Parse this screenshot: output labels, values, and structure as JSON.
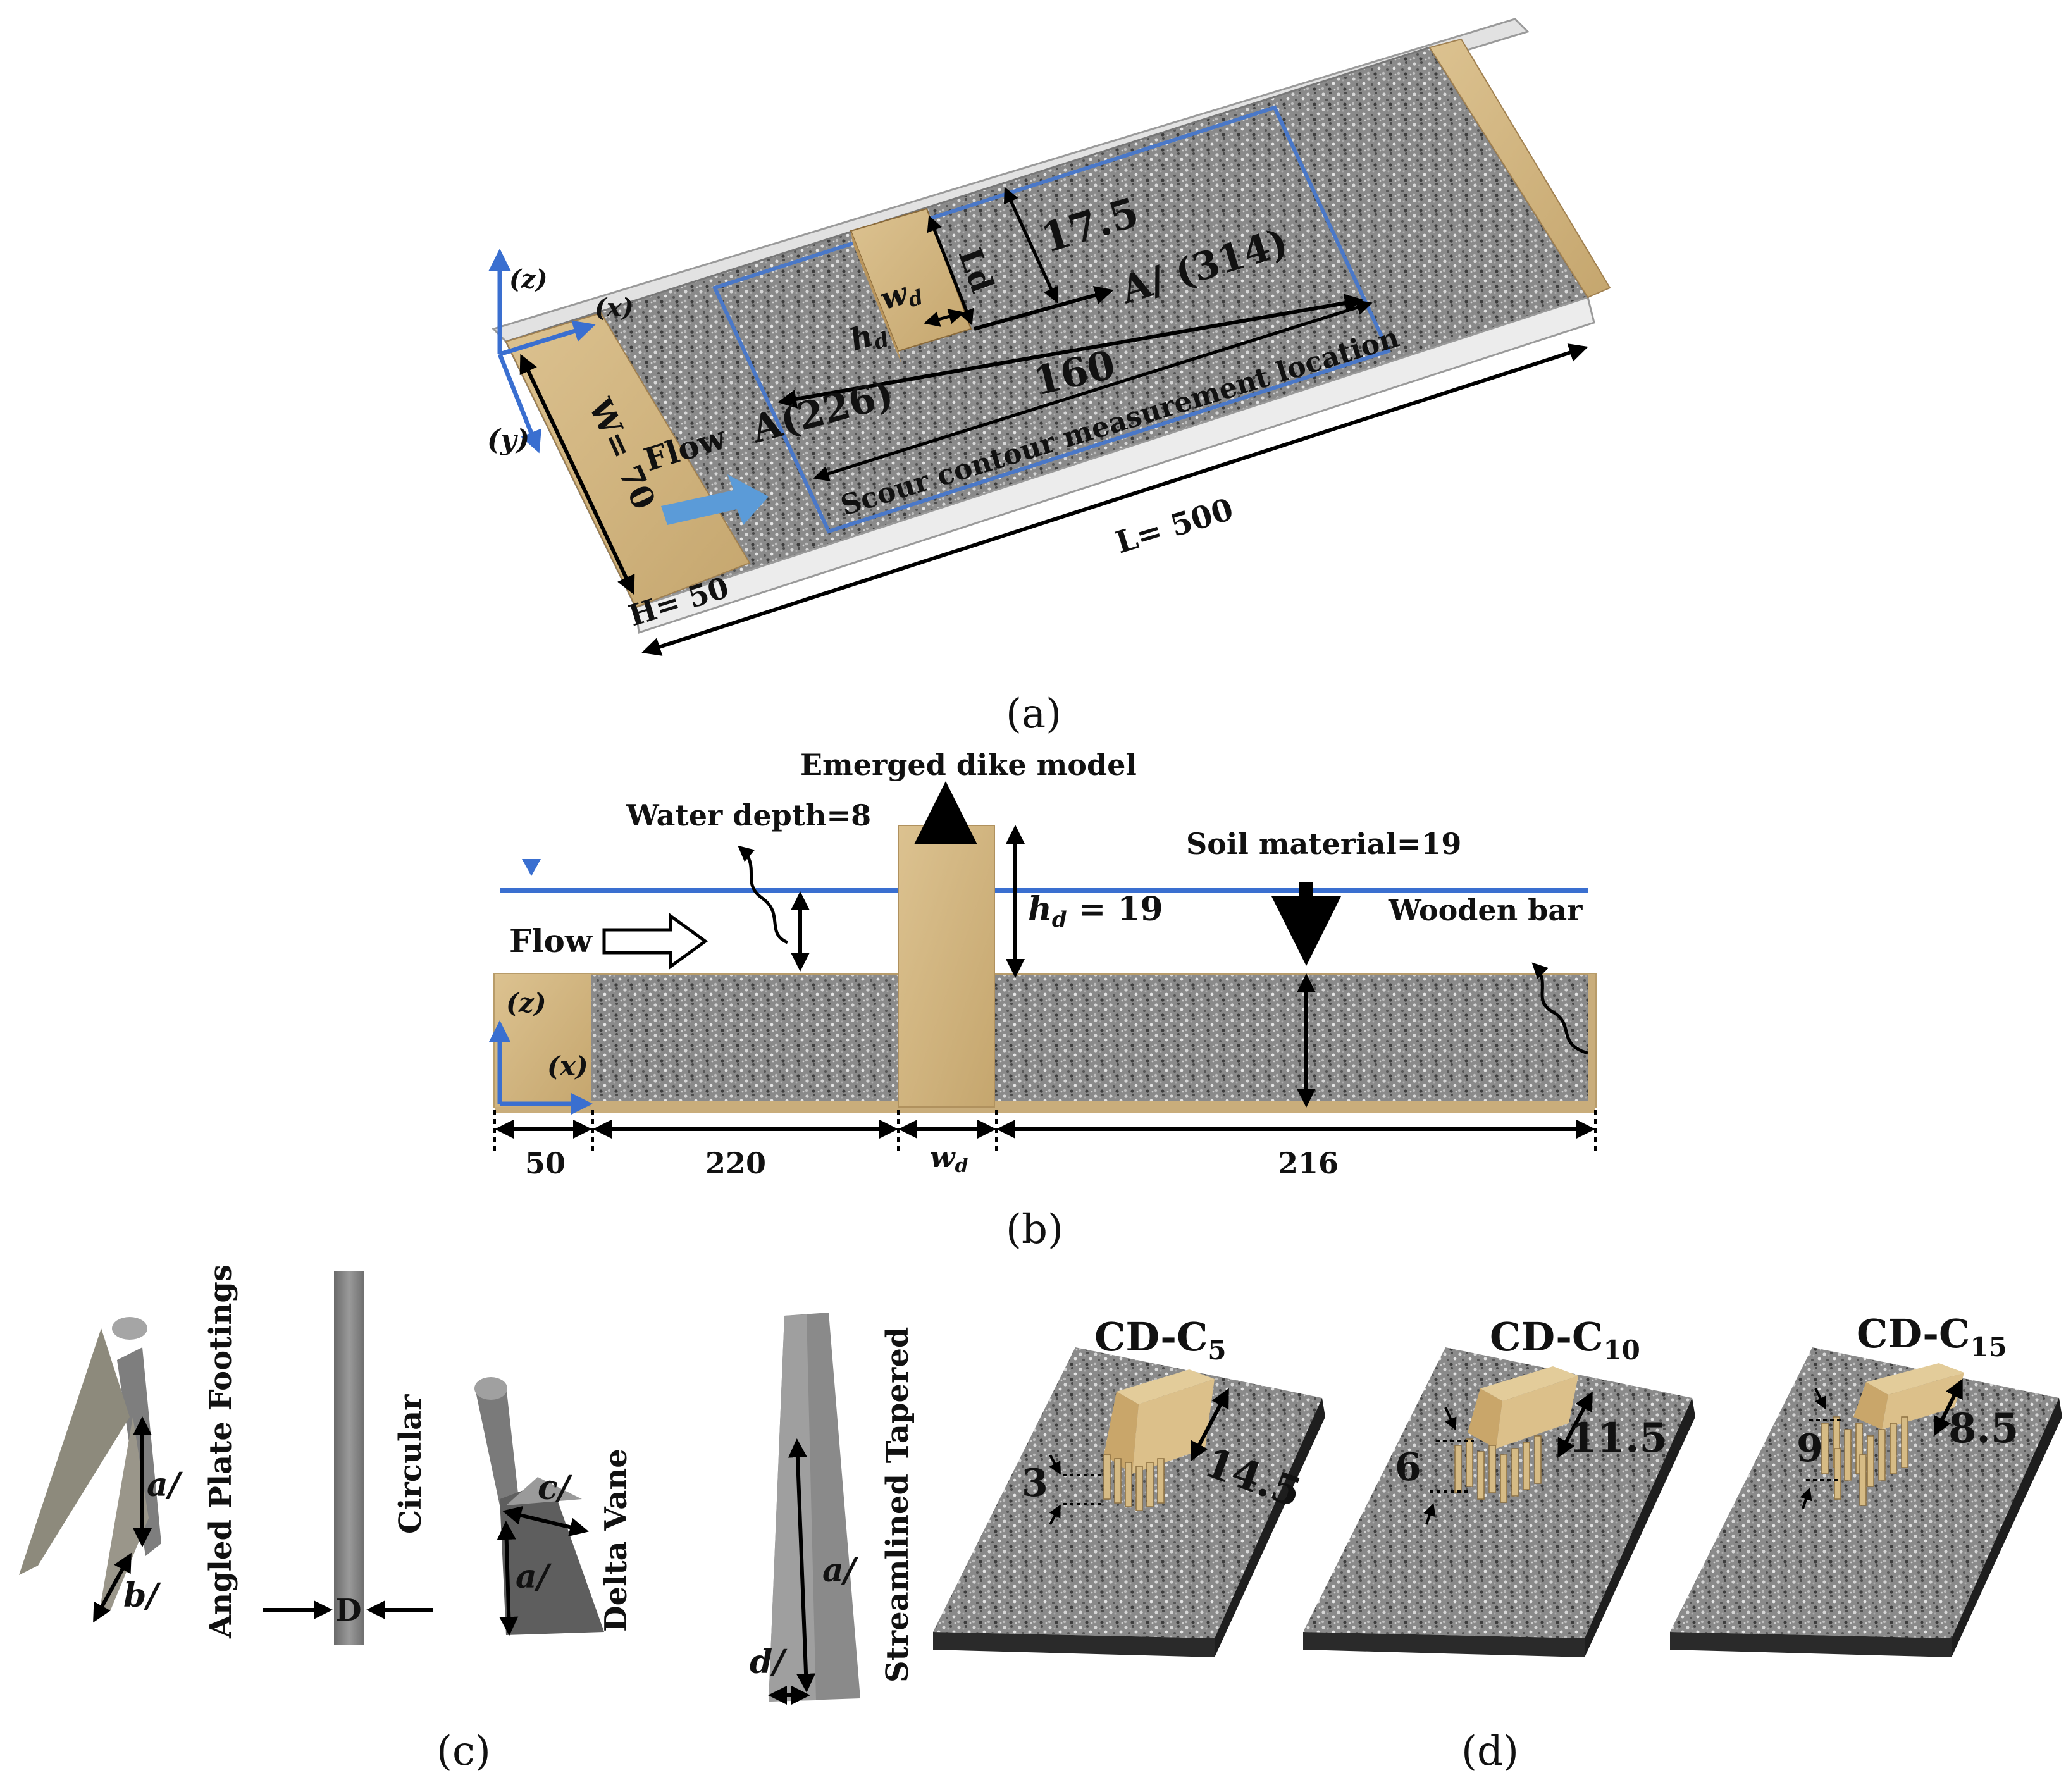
{
  "panel_a": {
    "caption": "(a)",
    "axis_z": "(z)",
    "axis_x": "(x)",
    "axis_y": "(y)",
    "flow": "Flow",
    "width_label": "W= 70",
    "height_label": "H= 50",
    "length_label": "L= 500",
    "ld_label": "Ld",
    "dist_label": "17.5",
    "wd_label": "w",
    "wd_sub": "d",
    "hd_label": "h",
    "hd_sub": "d",
    "a_prime": "A/ (314)",
    "a_point": "A(226)",
    "span_label": "160",
    "measure_label": "Scour contour measurement location"
  },
  "panel_b": {
    "caption": "(b)",
    "emerged": "Emerged dike model",
    "water_depth": "Water depth=8",
    "soil": "Soil material=19",
    "wooden_bar": "Wooden bar",
    "flow": "Flow",
    "hd_eq": "h",
    "hd_sub": "d",
    "hd_val": " = 19",
    "axis_z": "(z)",
    "axis_x": "(x)",
    "dim_50": "50",
    "dim_220": "220",
    "dim_wd": "w",
    "dim_wd_sub": "d",
    "dim_216": "216"
  },
  "panel_c": {
    "caption": "(c)",
    "angled": "Angled Plate Footings",
    "circular": "Circular",
    "delta": "Delta Vane",
    "a_prime": "a/",
    "b_prime": "b/",
    "c_prime": "c/",
    "d_label": "D"
  },
  "panel_d": {
    "caption": "(d)",
    "streamlined": "Streamlined Tapered",
    "a_prime": "a/",
    "d_prime": "d/",
    "models": [
      {
        "name": "CD-C",
        "sub": "5",
        "gap": "3",
        "len": "14.5"
      },
      {
        "name": "CD-C",
        "sub": "10",
        "gap": "6",
        "len": "11.5"
      },
      {
        "name": "CD-C",
        "sub": "15",
        "gap": "9",
        "len": "8.5"
      }
    ]
  }
}
